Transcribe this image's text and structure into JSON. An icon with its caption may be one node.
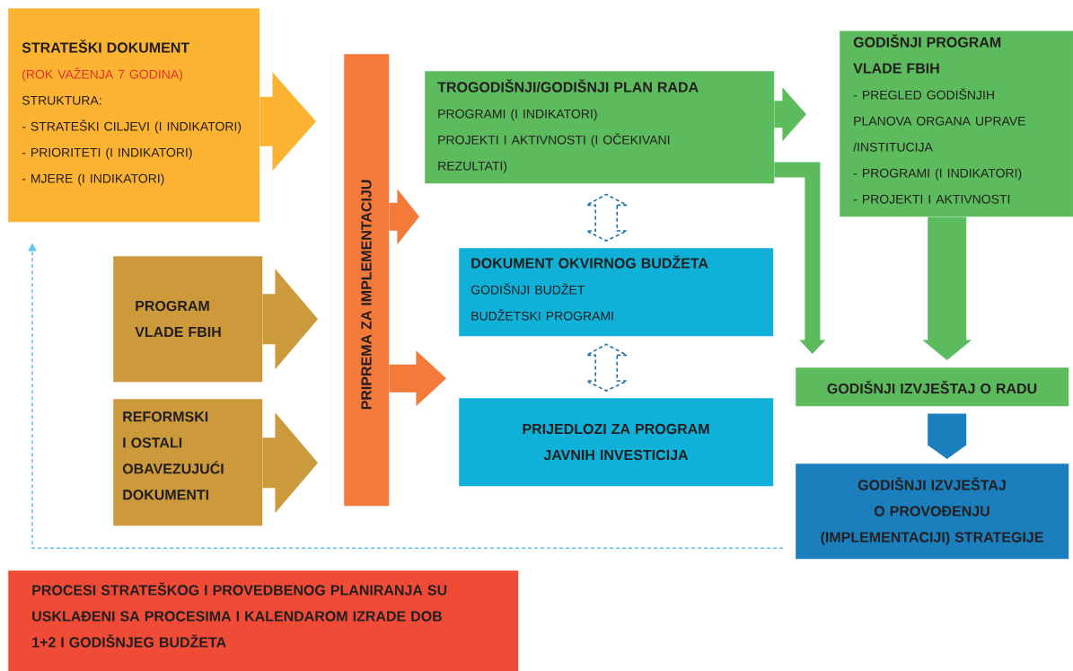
{
  "diagram": {
    "nodes": [
      {
        "text": [
          "STRATEŠKI DOKUMENT",
          "(ROK VAŽENJA 7 GODINA)",
          "STRUKTURA:",
          "- STRATEŠKI CILJEVI (I INDIKATORI)",
          "- PRIORITETI (I INDIKATORI)",
          "- MJERE (I INDIKATORI)"
        ]
      },
      {
        "text": [
          "PROGRAM VLADE FBIH"
        ]
      },
      {
        "text": [
          "REFORMSKI I OSTALI OBAVEZUJUĆI DOKUMENTI"
        ]
      },
      {
        "text": [
          "PRIPREMA ZA IMPLEMENTACIJU"
        ]
      },
      {
        "text": [
          "TROGODIŠNJI/GODIŠNJI PLAN RADA",
          "PROGRAMI (I INDIKATORI)",
          "PROJEKTI I AKTIVNOSTI (I OČEKIVANI REZULTATI)"
        ]
      },
      {
        "text": [
          "DOKUMENT OKVIRNOG BUDŽETA",
          "GODIŠNJI BUDŽET",
          "BUDŽETSKI PROGRAMI"
        ]
      },
      {
        "text": [
          "PRIJEDLOZI ZA PROGRAM JAVNIH INVESTICIJA"
        ]
      },
      {
        "text": [
          "GODIŠNJI PROGRAM VLADE FBIH",
          "- PREGLED GODIŠNJIH PLANOVA ORGANA UPRAVE /INSTITUCIJA",
          "- PROGRAMI (I INDIKATORI)",
          "- PROJEKTI I AKTIVNOSTI"
        ]
      },
      {
        "text": [
          "GODIŠNJI IZVJEŠTAJ O RADU"
        ]
      },
      {
        "text": [
          "GODIŠNJI IZVJEŠTAJ O PROVOĐENJU (IMPLEMENTACIJI) STRATEGIJE"
        ]
      },
      {
        "text": [
          "PROCESI STRATEŠKOG I PROVEDBENOG PLANIRANJA SU USKLAĐENI SA PROCESIMA I KALENDAROM IZRADE DOB 1+2 I GODIŠNJEG BUDŽETA"
        ]
      }
    ],
    "edges": [
      {
        "from": 0,
        "to": 3,
        "arrow": "to",
        "color": "#fcb332"
      },
      {
        "from": 1,
        "to": 3,
        "arrow": "to",
        "color": "#cc9a3a"
      },
      {
        "from": 2,
        "to": 3,
        "arrow": "to",
        "color": "#cc9a3a"
      },
      {
        "from": 3,
        "to": 4,
        "arrow": "to",
        "color": "#f47a3a"
      },
      {
        "from": 3,
        "to": 5,
        "arrow": "to",
        "color": "#f47a3a"
      },
      {
        "from": 4,
        "to": 7,
        "arrow": "to",
        "color": "#5cbb5c"
      },
      {
        "from": 4,
        "to": 8,
        "arrow": "to",
        "color": "#5cbb5c"
      },
      {
        "from": 7,
        "to": 8,
        "arrow": "to",
        "color": "#5cbb5c"
      },
      {
        "from": 8,
        "to": 9,
        "arrow": "to",
        "color": "#1a7fbc"
      },
      {
        "from": 4,
        "to": 5,
        "arrow": "both",
        "style": "dashed",
        "color": "#1f6fa8"
      },
      {
        "from": 5,
        "to": 6,
        "arrow": "both",
        "style": "dashed",
        "color": "#1f6fa8"
      },
      {
        "from": 9,
        "to": 0,
        "arrow": "to",
        "style": "dashed",
        "color": "#5bc8ef"
      }
    ]
  }
}
